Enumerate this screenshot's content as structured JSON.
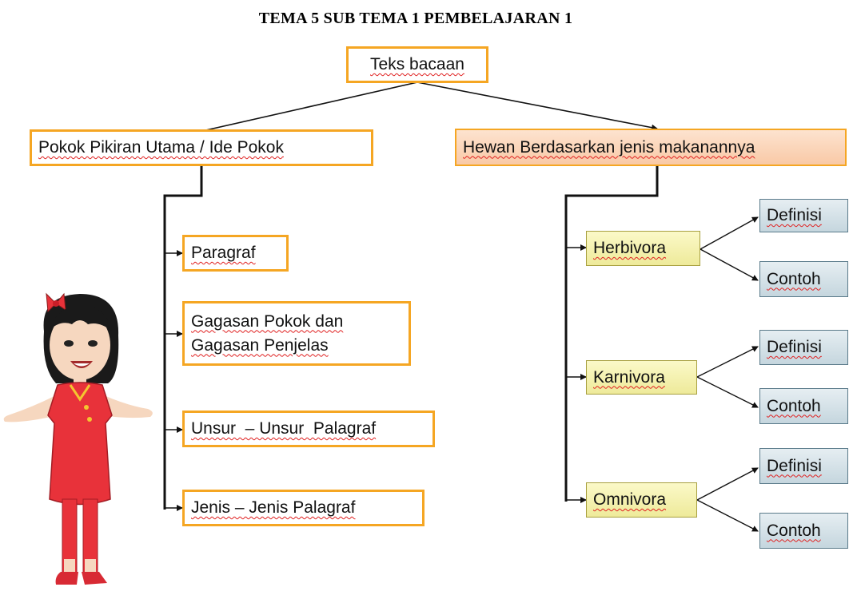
{
  "title": "TEMA 5 SUB TEMA 1 PEMBELAJARAN  1",
  "root": "Teks bacaan",
  "left": {
    "header": "Pokok Pikiran Utama / Ide Pokok",
    "items": [
      {
        "lines": [
          "Paragraf"
        ]
      },
      {
        "lines": [
          "Gagasan Pokok dan",
          "Gagasan Penjelas"
        ]
      },
      {
        "lines": [
          "Unsur  – Unsur  Palagraf"
        ]
      },
      {
        "lines": [
          "Jenis – Jenis Palagraf"
        ]
      }
    ]
  },
  "right": {
    "header": "Hewan  Berdasarkan  jenis  makanannya",
    "groups": [
      {
        "label": "Herbivora",
        "children": [
          "Definisi",
          "Contoh"
        ]
      },
      {
        "label": "Karnivora",
        "children": [
          "Definisi",
          "Contoh"
        ]
      },
      {
        "label": "Omnivora",
        "children": [
          "Definisi",
          "Contoh"
        ]
      }
    ]
  },
  "colors": {
    "box_border_orange": "#f5a623",
    "header_fill": "#f9c9a6",
    "group_fill": "#eeea9a",
    "leaf_fill": "#c5d6de",
    "spell_underline": "#e02020"
  }
}
